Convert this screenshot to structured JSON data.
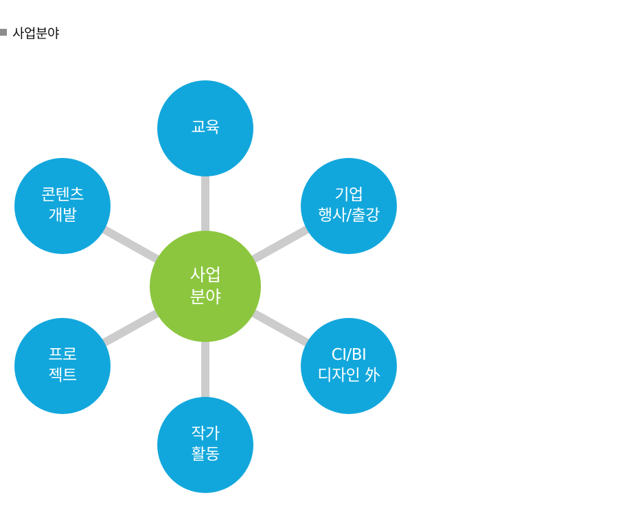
{
  "section": {
    "title": "사업분야"
  },
  "colors": {
    "outer_node": "#12a7dc",
    "center_node": "#8cc63f",
    "connector": "#cccccc",
    "bullet": "#8c8c8c"
  },
  "diagram": {
    "center": {
      "line1": "사업",
      "line2": "분야"
    },
    "nodes": {
      "education": {
        "line1": "교육"
      },
      "corporate_events": {
        "line1": "기업",
        "line2": "행사/출강"
      },
      "ci_bi_design": {
        "line1": "CI/BI",
        "line2": "디자인 外"
      },
      "author_activity": {
        "line1": "작가",
        "line2": "활동"
      },
      "projects": {
        "line1": "프로",
        "line2": "젝트"
      },
      "content_dev": {
        "line1": "콘텐츠",
        "line2": "개발"
      }
    }
  }
}
